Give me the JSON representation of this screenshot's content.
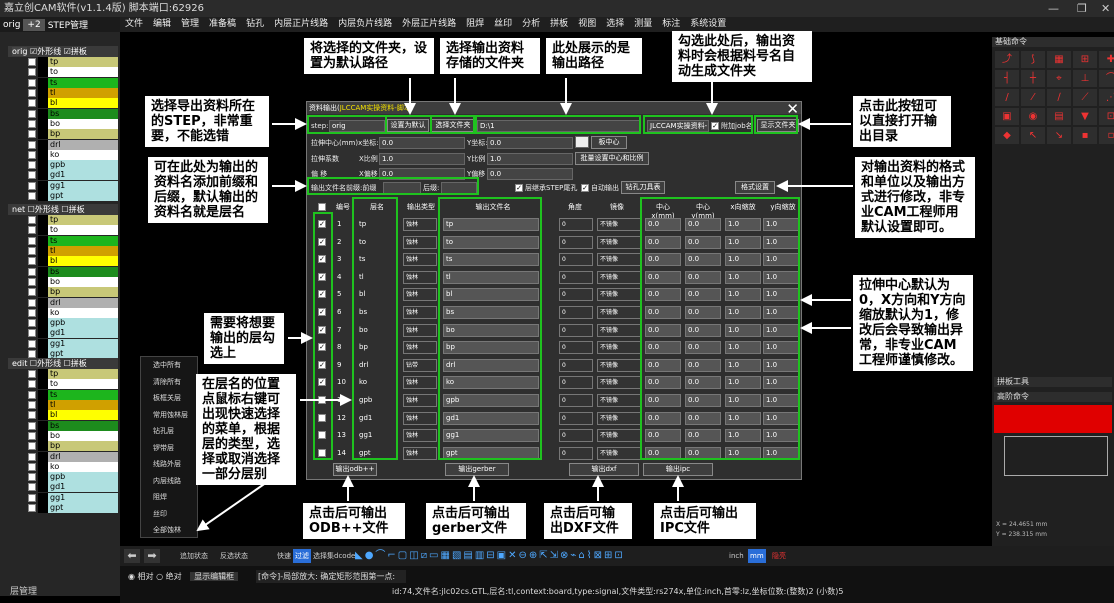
{
  "window": {
    "title": "嘉立创CAM软件(v1.1.4版)  脚本端口:62926"
  },
  "menu": [
    "文件",
    "编辑",
    "管理",
    "准备稿",
    "钻孔",
    "内层正片线路",
    "内层负片线路",
    "外层正片线路",
    "阻焊",
    "丝印",
    "分析",
    "拼板",
    "视图",
    "选择",
    "测量",
    "标注",
    "系统设置"
  ],
  "left_header": {
    "step": "orig",
    "plus": "+2",
    "step_manage": "STEP管理"
  },
  "left_groups": [
    {
      "name": "orig",
      "opt1": "外形线",
      "opt2": "拼板"
    },
    {
      "name": "net",
      "opt1": "外形线",
      "opt2": "拼板"
    },
    {
      "name": "edit",
      "opt1": "外形线",
      "opt2": "拼板"
    }
  ],
  "left_layers": [
    {
      "name": "tp",
      "color": "#c8c878"
    },
    {
      "name": "to",
      "color": "#ffffff"
    },
    {
      "name": "ts",
      "color": "#1db51d"
    },
    {
      "name": "tl",
      "color": "#d0a000"
    },
    {
      "name": "bl",
      "color": "#ffff00"
    },
    {
      "name": "bs",
      "color": "#1d8c1d"
    },
    {
      "name": "bo",
      "color": "#ffffff"
    },
    {
      "name": "bp",
      "color": "#c8c878"
    },
    {
      "name": "drl",
      "color": "#b0b0b0"
    },
    {
      "name": "ko",
      "color": "#ffffff"
    },
    {
      "name": "gpb",
      "color": "#aee0e0"
    },
    {
      "name": "gd1",
      "color": "#aee0e0"
    },
    {
      "name": "gg1",
      "color": "#aee0e0"
    },
    {
      "name": "gpt",
      "color": "#aee0e0"
    }
  ],
  "left_bottom": "层管理",
  "right_panel": {
    "title": "基础命令",
    "section2": "拼板工具",
    "section3": "高阶命令",
    "coord_x": "X = 24.4651 mm",
    "coord_y": "Y = 238.315 mm"
  },
  "dialog": {
    "title": "资料输出(",
    "title_sub": "JLCCAM实操资料-脚本",
    "title_end": ")",
    "step_label": "step:",
    "step_value": "orig",
    "btn_default": "设置为默认",
    "btn_select_folder": "选择文件夹",
    "path_value": "D:\\1",
    "file_prefix_box": "JLCCAM实操资料-",
    "append_job": "附加job名",
    "btn_show_dir": "显示文件夹",
    "stretch_center": "拉伸中心(mm)x坐标:",
    "stretch_center_x": "0.0",
    "y_label": "Y坐标:",
    "stretch_center_y": "0.0",
    "btn_board_center": "板中心",
    "stretch_factor": "拉伸系数",
    "x_ratio": "X比例",
    "x_ratio_v": "1.0",
    "y_ratio": "Y比例",
    "y_ratio_v": "1.0",
    "btn_batch": "批量设置中心和比例",
    "offset": "偏    移",
    "x_offset": "X偏移",
    "x_offset_v": "0.0",
    "y_offset": "Y偏移",
    "y_offset_v": "0.0",
    "prefix_label": "输出文件名前缀:前缀",
    "suffix_label": "后缀:",
    "inherit_step": "层继承STEP尾孔",
    "auto_output": "自动输出",
    "btn_drill_tool": "钻孔刀具表",
    "btn_format": "格式设置",
    "columns": [
      "编号",
      "层名",
      "输出类型",
      "输出文件名",
      "角度",
      "镜像",
      "中心\nx(mm)",
      "中心\ny(mm)",
      "x向缩放",
      "y向缩放"
    ],
    "rows": [
      {
        "no": "1",
        "layer": "tp",
        "type": "蚀林",
        "file": "tp",
        "angle": "0",
        "mirror": "不镜像",
        "cx": "0.0",
        "cy": "0.0",
        "sx": "1.0",
        "sy": "1.0",
        "checked": true
      },
      {
        "no": "2",
        "layer": "to",
        "type": "蚀林",
        "file": "to",
        "angle": "0",
        "mirror": "不镜像",
        "cx": "0.0",
        "cy": "0.0",
        "sx": "1.0",
        "sy": "1.0",
        "checked": true
      },
      {
        "no": "3",
        "layer": "ts",
        "type": "蚀林",
        "file": "ts",
        "angle": "0",
        "mirror": "不镜像",
        "cx": "0.0",
        "cy": "0.0",
        "sx": "1.0",
        "sy": "1.0",
        "checked": true
      },
      {
        "no": "4",
        "layer": "tl",
        "type": "蚀林",
        "file": "tl",
        "angle": "0",
        "mirror": "不镜像",
        "cx": "0.0",
        "cy": "0.0",
        "sx": "1.0",
        "sy": "1.0",
        "checked": true
      },
      {
        "no": "5",
        "layer": "bl",
        "type": "蚀林",
        "file": "bl",
        "angle": "0",
        "mirror": "不镜像",
        "cx": "0.0",
        "cy": "0.0",
        "sx": "1.0",
        "sy": "1.0",
        "checked": true
      },
      {
        "no": "6",
        "layer": "bs",
        "type": "蚀林",
        "file": "bs",
        "angle": "0",
        "mirror": "不镜像",
        "cx": "0.0",
        "cy": "0.0",
        "sx": "1.0",
        "sy": "1.0",
        "checked": true
      },
      {
        "no": "7",
        "layer": "bo",
        "type": "蚀林",
        "file": "bo",
        "angle": "0",
        "mirror": "不镜像",
        "cx": "0.0",
        "cy": "0.0",
        "sx": "1.0",
        "sy": "1.0",
        "checked": true
      },
      {
        "no": "8",
        "layer": "bp",
        "type": "蚀林",
        "file": "bp",
        "angle": "0",
        "mirror": "不镜像",
        "cx": "0.0",
        "cy": "0.0",
        "sx": "1.0",
        "sy": "1.0",
        "checked": true
      },
      {
        "no": "9",
        "layer": "drl",
        "type": "钻带",
        "file": "drl",
        "angle": "0",
        "mirror": "不镜像",
        "cx": "0.0",
        "cy": "0.0",
        "sx": "1.0",
        "sy": "1.0",
        "checked": true
      },
      {
        "no": "10",
        "layer": "ko",
        "type": "蚀林",
        "file": "ko",
        "angle": "0",
        "mirror": "不镜像",
        "cx": "0.0",
        "cy": "0.0",
        "sx": "1.0",
        "sy": "1.0",
        "checked": true
      },
      {
        "no": "11",
        "layer": "gpb",
        "type": "蚀林",
        "file": "gpb",
        "angle": "0",
        "mirror": "不镜像",
        "cx": "0.0",
        "cy": "0.0",
        "sx": "1.0",
        "sy": "1.0",
        "checked": false
      },
      {
        "no": "12",
        "layer": "gd1",
        "type": "蚀林",
        "file": "gd1",
        "angle": "0",
        "mirror": "不镜像",
        "cx": "0.0",
        "cy": "0.0",
        "sx": "1.0",
        "sy": "1.0",
        "checked": false
      },
      {
        "no": "13",
        "layer": "gg1",
        "type": "蚀林",
        "file": "gg1",
        "angle": "0",
        "mirror": "不镜像",
        "cx": "0.0",
        "cy": "0.0",
        "sx": "1.0",
        "sy": "1.0",
        "checked": false
      },
      {
        "no": "14",
        "layer": "gpt",
        "type": "蚀林",
        "file": "gpt",
        "angle": "0",
        "mirror": "不镜像",
        "cx": "0.0",
        "cy": "0.0",
        "sx": "1.0",
        "sy": "1.0",
        "checked": false
      }
    ],
    "btn_odb": "输出odb++",
    "btn_gerber": "输出gerber",
    "btn_dxf": "输出dxf",
    "btn_ipc": "输出ipc"
  },
  "context_menu": [
    "选中所有",
    "清除所有",
    "板框关层",
    "常用蚀林层",
    "钻孔层",
    "锣带层",
    "线路外层",
    "内层线路",
    "阻焊",
    "丝印",
    "全部蚀林"
  ],
  "callouts": {
    "set_default": "将选择的文件夹，设置为默认路径",
    "select_folder": "选择输出资料存储的文件夹",
    "path_show": "此处展示的是输出路径",
    "job_name": "勾选此处后，输出资料时会根据料号名自动生成文件夹",
    "select_step": "选择导出资料所在的STEP，非常重要，不能选错",
    "open_dir": "点击此按钮可以直接打开输出目录",
    "prefix": "可在此处为输出的资料名添加前缀和后缀，默认输出的资料名就是层名",
    "format": "对输出资料的格式和单位以及输出方式进行修改，非专业CAM工程师用默认设置即可。",
    "check_layers": "需要将想要输出的层勾选上",
    "right_click": "在层名的位置点鼠标右键可出现快速选择的菜单，根据层的类型，选择或取消选择一部分层别",
    "stretch": "拉伸中心默认为0，X方向和Y方向缩放默认为1，修改后会导致输出异常，非专业CAM工程师谨慎修改。",
    "odb": "点击后可输出ODB++文件",
    "gerber": "点击后可输出gerber文件",
    "dxf": "点击后可输出DXF文件",
    "ipc": "点击后可输出IPC文件"
  },
  "bottom_bar": {
    "add_state": "追加状态",
    "invert_state": "反选状态",
    "fast": "快速",
    "filter": "过滤",
    "select_dcode": "选择集dcode",
    "unit": "inch",
    "unit2": "mm",
    "mode": "隐亮"
  },
  "status": {
    "relative": "相对",
    "absolute": "绝对",
    "show_edit": "显示编辑框",
    "cmd": "[命令]-局部放大: 确定矩形范围第一点:",
    "info": "id:74,文件名:jlc02cs.GTL,层名:tl,context:board,type:signal,文件类型:rs274x,单位:inch,首零:lz,坐标位数:(整数)2 (小数)5"
  },
  "accent": {
    "green": "#1fc21f",
    "red": "#e00000"
  }
}
